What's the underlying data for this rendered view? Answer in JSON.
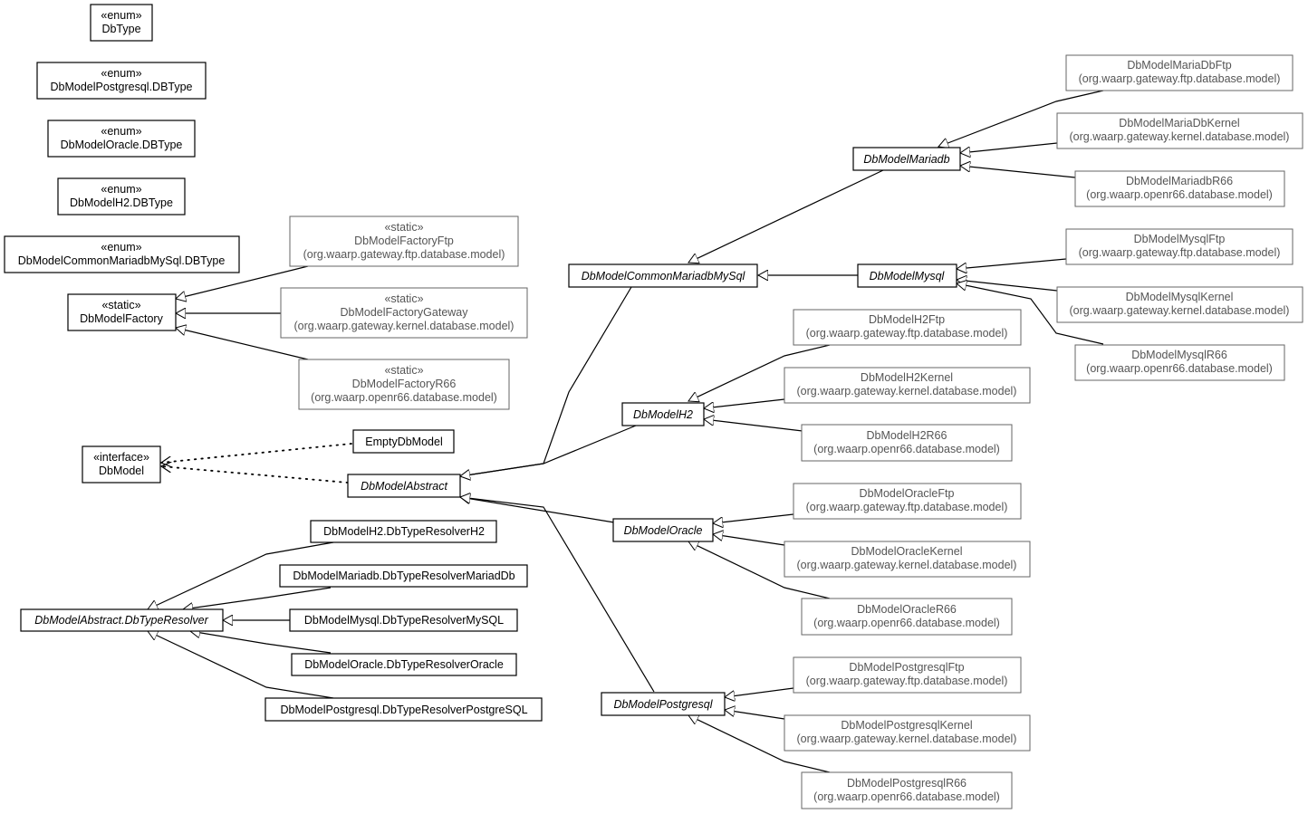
{
  "nodes": {
    "dbtype": {
      "stereo": "«enum»",
      "name": "DbType"
    },
    "pg_dbtype": {
      "stereo": "«enum»",
      "name": "DbModelPostgresql.DBType"
    },
    "oracle_dbtype": {
      "stereo": "«enum»",
      "name": "DbModelOracle.DBType"
    },
    "h2_dbtype": {
      "stereo": "«enum»",
      "name": "DbModelH2.DBType"
    },
    "cmm_dbtype": {
      "stereo": "«enum»",
      "name": "DbModelCommonMariadbMySql.DBType"
    },
    "factory": {
      "stereo": "«static»",
      "name": "DbModelFactory"
    },
    "factory_ftp": {
      "stereo": "«static»",
      "name": "DbModelFactoryFtp",
      "pkg": "(org.waarp.gateway.ftp.database.model)"
    },
    "factory_gw": {
      "stereo": "«static»",
      "name": "DbModelFactoryGateway",
      "pkg": "(org.waarp.gateway.kernel.database.model)"
    },
    "factory_r66": {
      "stereo": "«static»",
      "name": "DbModelFactoryR66",
      "pkg": "(org.waarp.openr66.database.model)"
    },
    "dbmodel": {
      "stereo": "«interface»",
      "name": "DbModel"
    },
    "empty": {
      "name": "EmptyDbModel"
    },
    "abstract": {
      "name": "DbModelAbstract"
    },
    "resolver": {
      "name": "DbModelAbstract.DbTypeResolver"
    },
    "res_h2": {
      "name": "DbModelH2.DbTypeResolverH2"
    },
    "res_maria": {
      "name": "DbModelMariadb.DbTypeResolverMariadDb"
    },
    "res_mysql": {
      "name": "DbModelMysql.DbTypeResolverMySQL"
    },
    "res_oracle": {
      "name": "DbModelOracle.DbTypeResolverOracle"
    },
    "res_pg": {
      "name": "DbModelPostgresql.DbTypeResolverPostgreSQL"
    },
    "cmm": {
      "name": "DbModelCommonMariadbMySql"
    },
    "mariadb": {
      "name": "DbModelMariadb"
    },
    "mysql": {
      "name": "DbModelMysql"
    },
    "h2": {
      "name": "DbModelH2"
    },
    "oracle": {
      "name": "DbModelOracle"
    },
    "postgresql": {
      "name": "DbModelPostgresql"
    },
    "maria_ftp": {
      "name": "DbModelMariaDbFtp",
      "pkg": "(org.waarp.gateway.ftp.database.model)"
    },
    "maria_kernel": {
      "name": "DbModelMariaDbKernel",
      "pkg": "(org.waarp.gateway.kernel.database.model)"
    },
    "maria_r66": {
      "name": "DbModelMariadbR66",
      "pkg": "(org.waarp.openr66.database.model)"
    },
    "mysql_ftp": {
      "name": "DbModelMysqlFtp",
      "pkg": "(org.waarp.gateway.ftp.database.model)"
    },
    "mysql_kernel": {
      "name": "DbModelMysqlKernel",
      "pkg": "(org.waarp.gateway.kernel.database.model)"
    },
    "mysql_r66": {
      "name": "DbModelMysqlR66",
      "pkg": "(org.waarp.openr66.database.model)"
    },
    "h2_ftp": {
      "name": "DbModelH2Ftp",
      "pkg": "(org.waarp.gateway.ftp.database.model)"
    },
    "h2_kernel": {
      "name": "DbModelH2Kernel",
      "pkg": "(org.waarp.gateway.kernel.database.model)"
    },
    "h2_r66": {
      "name": "DbModelH2R66",
      "pkg": "(org.waarp.openr66.database.model)"
    },
    "oracle_ftp": {
      "name": "DbModelOracleFtp",
      "pkg": "(org.waarp.gateway.ftp.database.model)"
    },
    "oracle_kernel": {
      "name": "DbModelOracleKernel",
      "pkg": "(org.waarp.gateway.kernel.database.model)"
    },
    "oracle_r66": {
      "name": "DbModelOracleR66",
      "pkg": "(org.waarp.openr66.database.model)"
    },
    "pg_ftp": {
      "name": "DbModelPostgresqlFtp",
      "pkg": "(org.waarp.gateway.ftp.database.model)"
    },
    "pg_kernel": {
      "name": "DbModelPostgresqlKernel",
      "pkg": "(org.waarp.gateway.kernel.database.model)"
    },
    "pg_r66": {
      "name": "DbModelPostgresqlR66",
      "pkg": "(org.waarp.openr66.database.model)"
    }
  }
}
